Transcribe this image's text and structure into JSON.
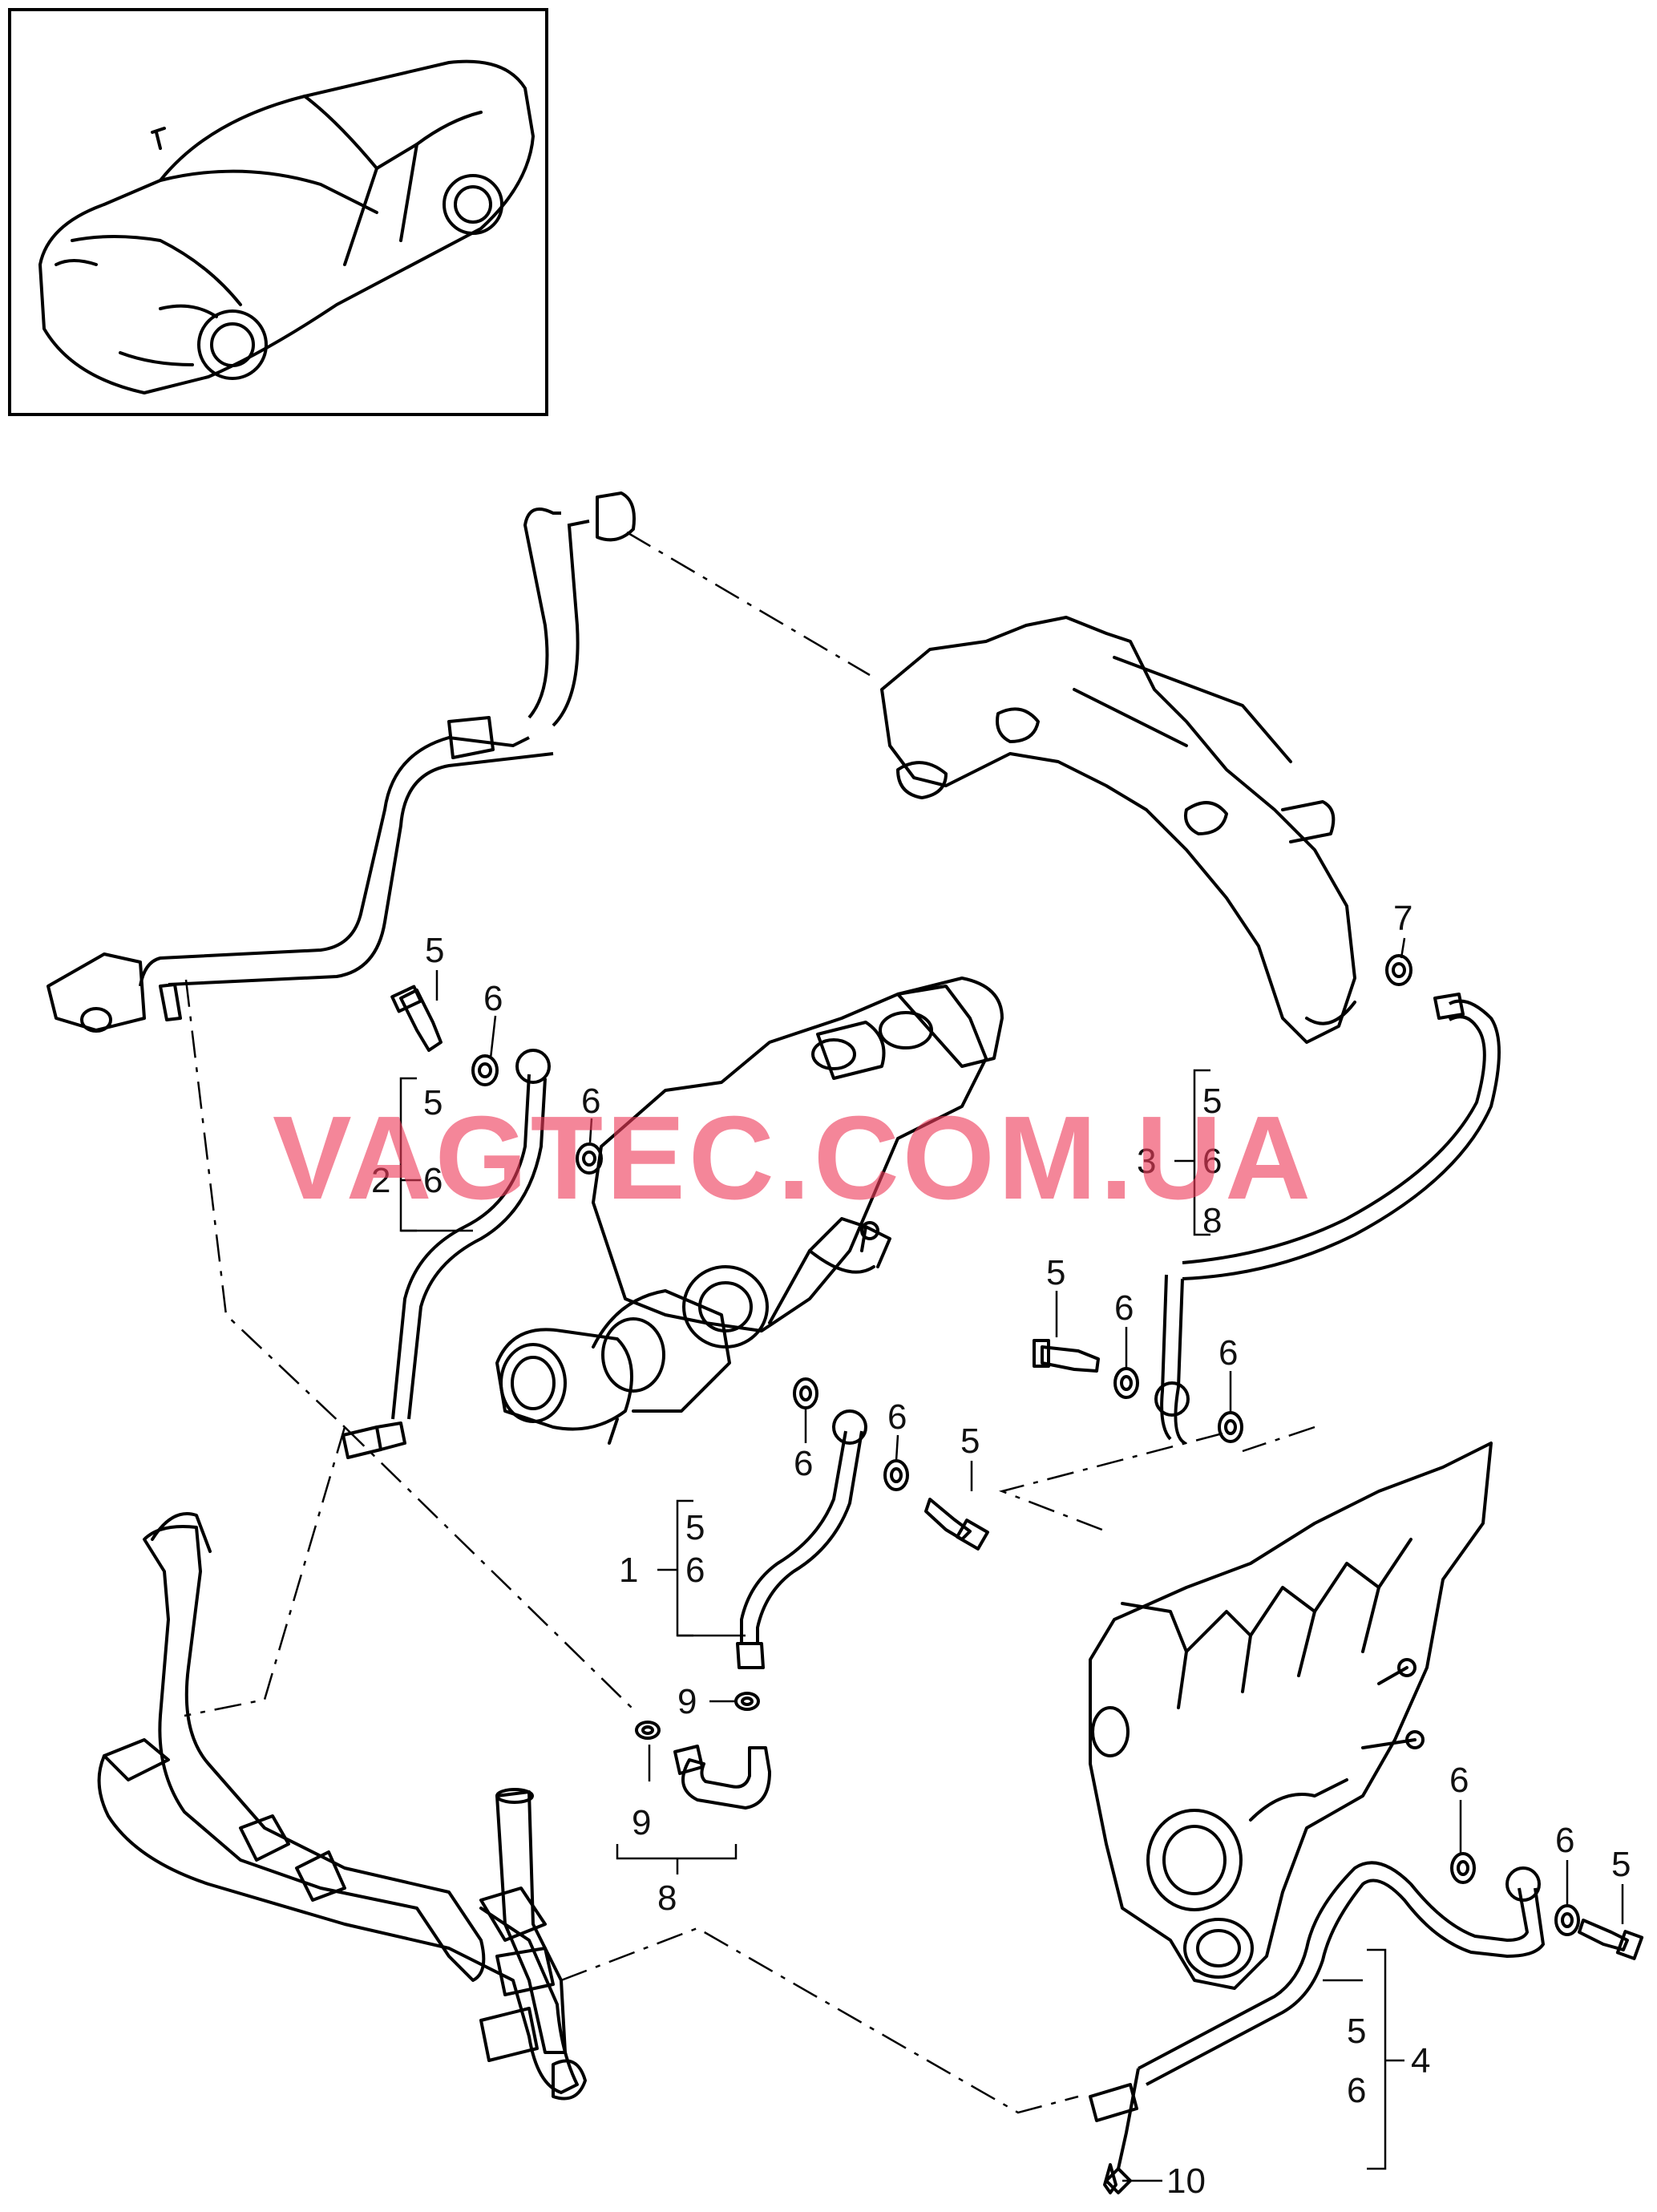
{
  "watermark": "VAGTEC.COM.UA",
  "colors": {
    "line": "#000000",
    "watermark": "#ee3c5a",
    "background": "#ffffff"
  },
  "callouts": {
    "c1": "1",
    "c1_a": "5",
    "c1_b": "6",
    "c2": "2",
    "c2_a": "5",
    "c2_b": "6",
    "c3": "3",
    "c3_a": "5",
    "c3_b": "6",
    "c3_c": "8",
    "c4": "4",
    "c4_a": "5",
    "c4_b": "6",
    "c5_top": "5",
    "c6_top": "6",
    "c6_mid": "6",
    "c7": "7",
    "c5_r": "5",
    "c6_r1": "6",
    "c6_r2": "6",
    "c6_low": "6",
    "c6_low2": "6",
    "c5_low": "5",
    "c9_a": "9",
    "c9_b": "9",
    "c8": "8",
    "c6_br1": "6",
    "c6_br2": "6",
    "c5_br": "5",
    "c10": "10"
  }
}
